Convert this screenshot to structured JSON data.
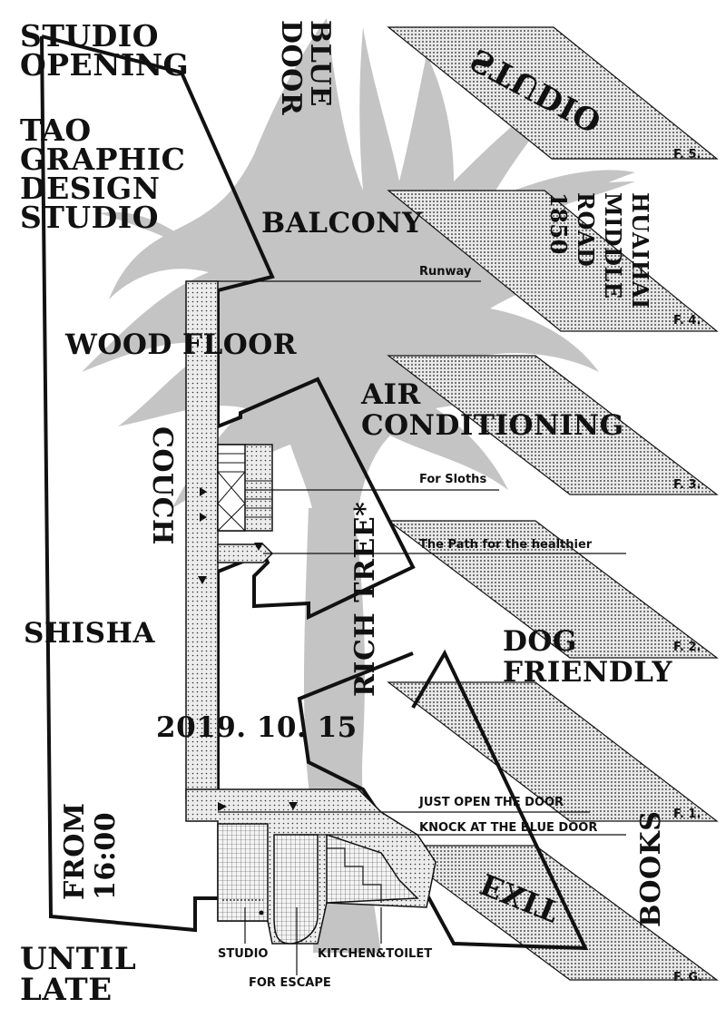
{
  "poster": {
    "title_lines": [
      "STUDIO",
      "OPENING"
    ],
    "studio_lines": [
      "TAO",
      "GRAPHIC",
      "DESIGN",
      "STUDIO"
    ],
    "blue_door_lines": [
      "BLUE",
      "DOOR"
    ],
    "balcony": "BALCONY",
    "wood_floor": "WOOD FLOOR",
    "air_conditioning_lines": [
      "AIR",
      "CONDITIONING"
    ],
    "couch": "COUCH",
    "shisha": "SHISHA",
    "rich_tree": "RICH TREE*",
    "dog_friendly_lines": [
      "DOG",
      "FRIENDLY"
    ],
    "date": "2019. 10. 15",
    "from_lines": [
      "FROM",
      "16:00"
    ],
    "until_lines": [
      "UNTIL",
      "LATE"
    ],
    "books": "BOOKS",
    "address_lines": [
      "HUAIHAI",
      "MIDDLE",
      "ROAD",
      "1850"
    ],
    "studio_floor_label": "STUDIO",
    "exit_label": "EXIT",
    "notes": {
      "runway": "Runway",
      "for_sloths": "For Sloths",
      "path_healthier": "The Path for the healthier",
      "just_open": "JUST OPEN THE DOOR",
      "knock": "KNOCK AT THE BLUE DOOR"
    },
    "rooms": {
      "studio": "STUDIO",
      "kitchen_toilet": "KITCHEN&TOILET",
      "for_escape": "FOR ESCAPE"
    },
    "floors": [
      "F. 5.",
      "F. 4.",
      "F. 3.",
      "F. 2.",
      "F. 1.",
      "F. G."
    ]
  },
  "colors": {
    "ink": "#111111",
    "tree": "#c4c4c4",
    "paper": "#ffffff"
  }
}
